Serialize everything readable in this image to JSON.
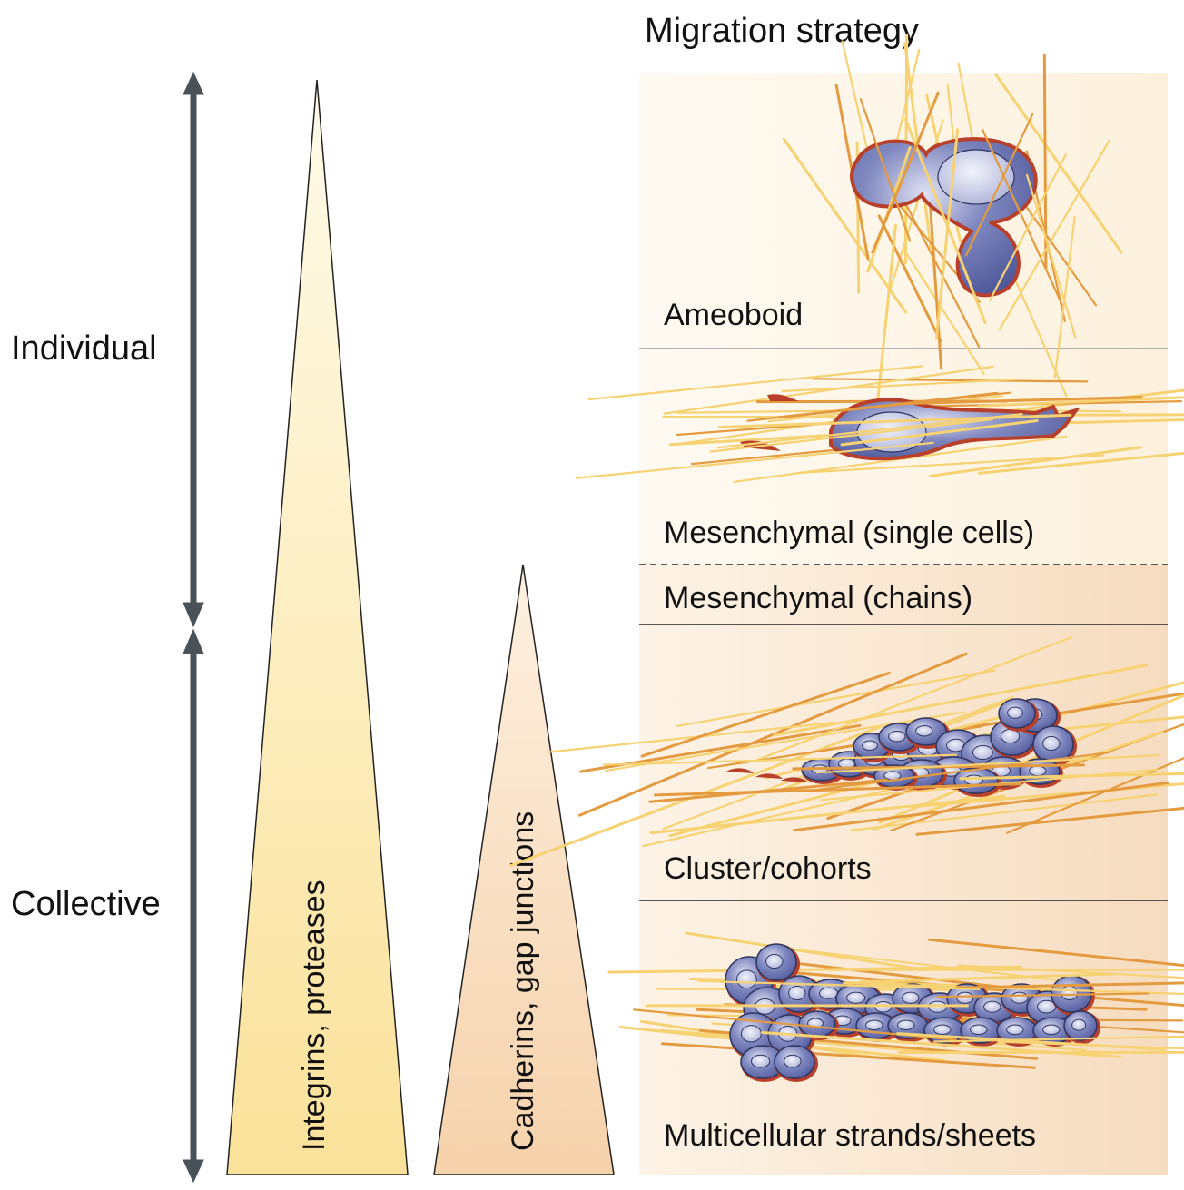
{
  "header": {
    "title": "Migration strategy"
  },
  "left_axis": {
    "individual_label": "Individual",
    "collective_label": "Collective"
  },
  "wedges": {
    "integrins_label": "Integrins, proteases",
    "cadherins_label": "Cadherins, gap junctions"
  },
  "strategies": [
    {
      "label": "Ameoboid"
    },
    {
      "label": "Mesenchymal (single cells)"
    },
    {
      "label": "Mesenchymal (chains)"
    },
    {
      "label": "Cluster/cohorts"
    },
    {
      "label": "Multicellular strands/sheets"
    }
  ],
  "colors": {
    "arrow": "#4a5259",
    "cell_fill": "#5a64a8",
    "cell_highlight": "#c9cde8",
    "cell_edge": "#b8402a",
    "fiber_light": "#f7d272",
    "fiber_dark": "#e49a3f",
    "panel_light": "#fdf6e8",
    "panel_dark": "#f6dcc0"
  }
}
